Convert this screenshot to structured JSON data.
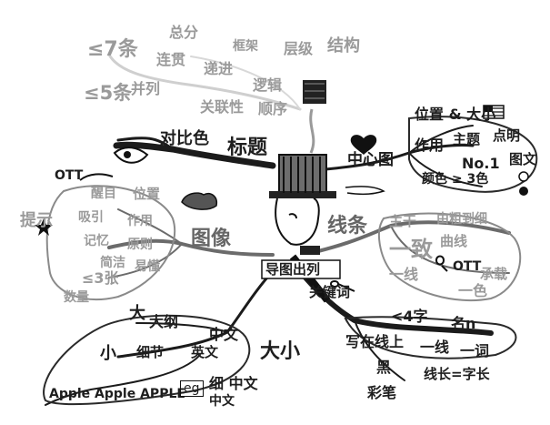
{
  "center": {
    "label": "导图出列"
  },
  "nodes": {
    "theme": "标题",
    "contrast": "对比色",
    "central_image": "中心图",
    "image": "图像",
    "lines": "线条",
    "size": "大小",
    "keyword": "关键词"
  },
  "top_left": {
    "rule1": "≤7条",
    "rule2": "≤5条",
    "upper1": "总分",
    "upper2": "连贯",
    "upper3": "并列",
    "upper4": "递进",
    "upper5": "逻辑",
    "upper6": "顺序",
    "upper7": "关联性",
    "upper8": "层级",
    "upper9": "结构",
    "upper10": "框架"
  },
  "central_image_branch": {
    "position_size": "位置 & 大小",
    "effect": "作用",
    "theme": "主题",
    "highlight": "点明",
    "first": "No.1",
    "image_text": "图文",
    "colors": "颜色 ≥ 3色"
  },
  "image_branch": {
    "otn": "OTT",
    "highlight": "醒目",
    "position": "位置",
    "reminder": "提示",
    "attract": "吸引",
    "effect": "作用",
    "memory": "记忆",
    "principle": "原则",
    "simple": "简洁",
    "easy": "易懂",
    "count": "≤3张",
    "less": "数量"
  },
  "lines_branch": {
    "main": "主干",
    "thick": "由粗到细",
    "curve": "曲线",
    "otn": "OTT",
    "consistent": "一致",
    "bear": "承载",
    "one_line": "一线",
    "one_color": "一色"
  },
  "keyword_branch": {
    "chars": "<4字",
    "noun": "名n",
    "on_line": "写在线上",
    "one_line": "一线",
    "one_word": "一词",
    "black": "黑",
    "same_length": "线长=字长",
    "color": "彩笔"
  },
  "size_branch": {
    "big": "大",
    "outline": "大纲",
    "chinese_large": "中文",
    "small": "小",
    "detail": "细节",
    "english": "英文",
    "chinese_small": "中文",
    "eg": "eg",
    "example": "Apple Apple APPLE",
    "subtext": "细 中文"
  }
}
